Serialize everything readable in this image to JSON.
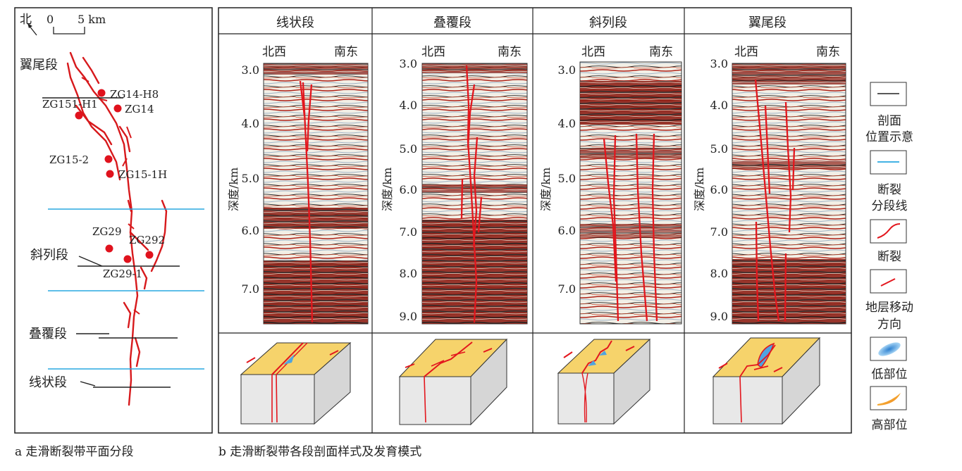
{
  "map_panel": {
    "north_label": "北",
    "scale_zero": "0",
    "scale_end": "5 km",
    "segments": {
      "wing_tail": "翼尾段",
      "echelon": "斜列段",
      "overlap": "叠覆段",
      "linear": "线状段"
    },
    "wells": [
      "ZG14-H8",
      "ZG151-H1",
      "ZG14",
      "ZG15-2",
      "ZG15-1H",
      "ZG29",
      "ZG292",
      "ZG29-1"
    ],
    "caption": "a 走滑断裂带平面分段"
  },
  "profile_panel": {
    "columns": [
      {
        "title": "线状段",
        "ticks": [
          "3.0",
          "4.0",
          "5.0",
          "6.0",
          "7.0"
        ]
      },
      {
        "title": "叠覆段",
        "ticks": [
          "3.0",
          "4.0",
          "5.0",
          "6.0",
          "7.0",
          "8.0",
          "9.0"
        ]
      },
      {
        "title": "斜列段",
        "ticks": [
          "3.0",
          "4.0",
          "5.0",
          "6.0",
          "7.0"
        ]
      },
      {
        "title": "翼尾段",
        "ticks": [
          "3.0",
          "4.0",
          "5.0",
          "6.0",
          "7.0",
          "8.0",
          "9.0"
        ]
      }
    ],
    "dir_left": "北西",
    "dir_right": "南东",
    "ylabel": "深度/km",
    "caption": "b 走滑断裂带各段剖面样式及发育模式"
  },
  "legend": {
    "items": [
      {
        "label_lines": [
          "剖面",
          "位置示意"
        ]
      },
      {
        "label_lines": [
          "断裂",
          "分段线"
        ]
      },
      {
        "label_lines": [
          "断裂"
        ]
      },
      {
        "label_lines": [
          "地层移动",
          "方向"
        ]
      },
      {
        "label_lines": [
          "低部位"
        ]
      },
      {
        "label_lines": [
          "高部位"
        ]
      }
    ]
  },
  "colors": {
    "fault": "#d7191c",
    "segment_line": "#29a8e0",
    "top_surface": "#f6d36b",
    "block_side": "#e8e8e8",
    "low": "#4fa3e0"
  }
}
